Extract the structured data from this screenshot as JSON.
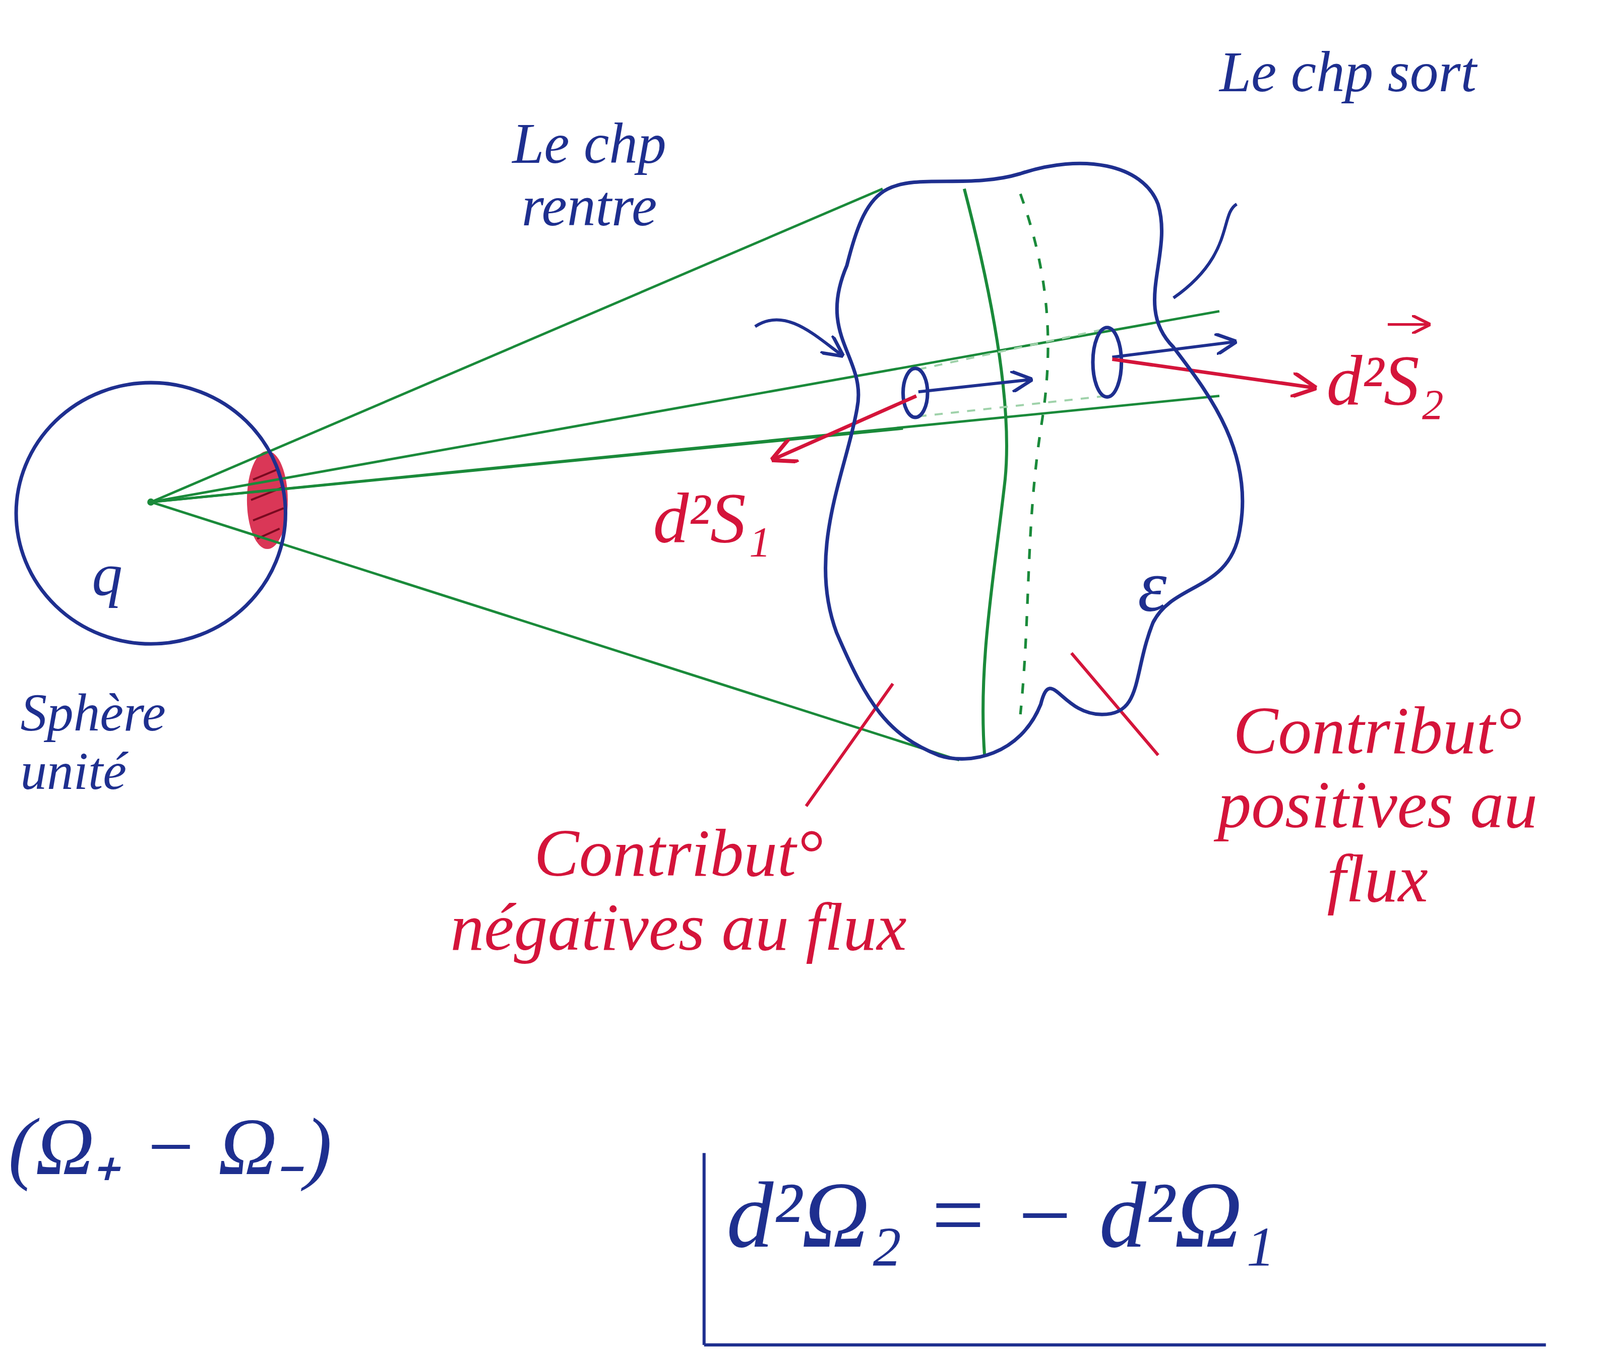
{
  "diagram": {
    "nodes": [
      {
        "text": [
          "q",
          "Sphère unité"
        ]
      },
      {
        "text": [
          "ε"
        ]
      }
    ],
    "labels": [
      "Le chp rentre",
      "Le chp sort",
      "d²S₁",
      "d²S₂",
      "Contribut° négatives au flux",
      "Contribut° positives au flux",
      "(Ω₊ − Ω₋)",
      "d²Ω₂ = − d²Ω₁"
    ]
  }
}
